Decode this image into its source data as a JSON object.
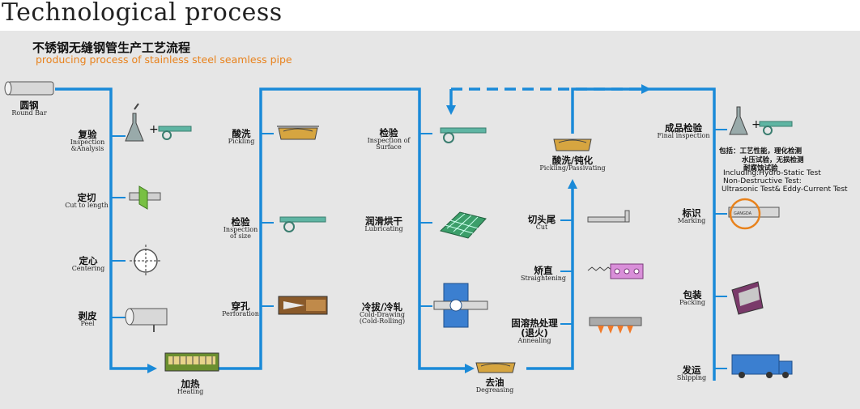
{
  "title": "Technological process",
  "subtitle_cn": "不锈钢无缝钢管生产工艺流程",
  "subtitle_en": "producing process of stainless steel seamless pipe",
  "colors": {
    "flow_line": "#1a8ad8",
    "panel": "#e6e6e6",
    "accent_orange": "#e8821c"
  },
  "steps": {
    "round_bar": {
      "cn": "圆钢",
      "en": "Round Bar"
    },
    "recheck": {
      "cn": "复验",
      "en": "Inspection &Analysis"
    },
    "cut": {
      "cn": "定切",
      "en": "Cut to length"
    },
    "center": {
      "cn": "定心",
      "en": "Centering"
    },
    "peel": {
      "cn": "剥皮",
      "en": "Peel"
    },
    "heating": {
      "cn": "加热",
      "en": "Heating"
    },
    "pickling": {
      "cn": "酸洗",
      "en": "Pickling"
    },
    "inspect_size": {
      "cn": "检验",
      "en": "Inspection of size"
    },
    "perforation": {
      "cn": "穿孔",
      "en": "Perforation"
    },
    "inspect_surface": {
      "cn": "检验",
      "en": "Inspection of Surface"
    },
    "lubricating": {
      "cn": "润滑烘干",
      "en": "Lubricating"
    },
    "cold_drawing": {
      "cn": "冷拔/冷轧",
      "en": "Cold-Drawing (Cold-Rolling)"
    },
    "degreasing": {
      "cn": "去油",
      "en": "Degreasing"
    },
    "annealing": {
      "cn": "固溶热处理 (退火)",
      "en": "Annealing"
    },
    "straightening": {
      "cn": "矫直",
      "en": "Straightening"
    },
    "cut_tail": {
      "cn": "切头尾",
      "en": "Cut"
    },
    "pickling_passivating": {
      "cn": "酸洗/钝化",
      "en": "Pickling/Passivating"
    },
    "final_inspection": {
      "cn": "成品检验",
      "en": "Final inspection"
    },
    "marking": {
      "cn": "标识",
      "en": "Marking"
    },
    "packing": {
      "cn": "包装",
      "en": "Packing"
    },
    "shipping": {
      "cn": "发运",
      "en": "Shipping"
    }
  },
  "final_notes": {
    "cn1": "包括：工艺性能，理化检测",
    "cn2": "水压试验，无损检测",
    "cn3": "耐腐蚀试验",
    "en1": "Including:Hydro-Static Test",
    "en2": "Non-Destructive Test:",
    "en3": "Ultrasonic Test& Eddy-Current Test"
  },
  "marking_text": "GANGDA",
  "icons": [
    "pipe-icon",
    "flask-icon",
    "plus-icon",
    "caliper-icon",
    "saw-cut-icon",
    "centering-crosshair-icon",
    "peeled-bar-icon",
    "furnace-icon",
    "pickling-tank-icon",
    "piercing-icon",
    "lubricating-rack-icon",
    "drawing-die-icon",
    "degreasing-tank-icon",
    "annealing-furnace-icon",
    "straightener-icon",
    "cut-pipe-icon",
    "passivating-tank-icon",
    "marked-pipe-icon",
    "package-icon",
    "truck-icon"
  ]
}
